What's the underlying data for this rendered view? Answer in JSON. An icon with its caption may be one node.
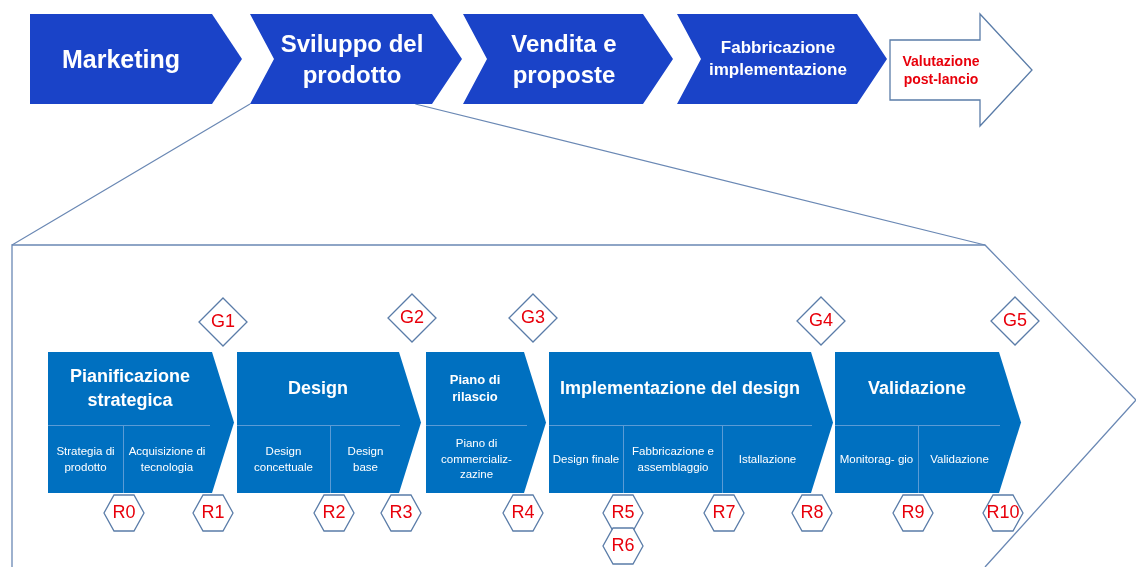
{
  "diagram": {
    "nodes": [
      {
        "text": [
          "Marketing"
        ]
      },
      {
        "text": [
          "Sviluppo del prodotto"
        ]
      },
      {
        "text": [
          "Vendita e proposte"
        ]
      },
      {
        "text": [
          "Fabbricazione implementazione"
        ]
      },
      {
        "text": [
          "Valutazione post-lancio"
        ]
      },
      {
        "text": [],
        "shape": "chevron"
      },
      {
        "text": [
          "Pianificazione strategica"
        ],
        "in": 5
      },
      {
        "text": [
          "Strategia di prodotto"
        ],
        "in": 6
      },
      {
        "text": [
          "Acquisizione di tecnologia"
        ],
        "in": 6
      },
      {
        "text": [
          "Design"
        ],
        "in": 5
      },
      {
        "text": [
          "Design concettuale"
        ],
        "in": 9
      },
      {
        "text": [
          "Design base"
        ],
        "in": 9
      },
      {
        "text": [
          "Piano di rilascio"
        ],
        "in": 5
      },
      {
        "text": [
          "Piano di commercializ- zazine"
        ],
        "in": 12
      },
      {
        "text": [
          "Implementazione del design"
        ],
        "in": 5
      },
      {
        "text": [
          "Design finale"
        ],
        "in": 14
      },
      {
        "text": [
          "Fabbricazione e assemblaggio"
        ],
        "in": 14
      },
      {
        "text": [
          "Istallazione"
        ],
        "in": 14
      },
      {
        "text": [
          "Validazione"
        ],
        "in": 5
      },
      {
        "text": [
          "Monitorag- gio"
        ],
        "in": 18
      },
      {
        "text": [
          "Validazione"
        ],
        "in": 18
      },
      {
        "text": [
          "G1"
        ],
        "in": 5
      },
      {
        "text": [
          "G2"
        ],
        "in": 5
      },
      {
        "text": [
          "G3"
        ],
        "in": 5
      },
      {
        "text": [
          "G4"
        ],
        "in": 5
      },
      {
        "text": [
          "G5"
        ],
        "in": 5
      },
      {
        "text": [
          "R0"
        ],
        "in": 5
      },
      {
        "text": [
          "R1"
        ],
        "in": 5
      },
      {
        "text": [
          "R2"
        ],
        "in": 5
      },
      {
        "text": [
          "R3"
        ],
        "in": 5
      },
      {
        "text": [
          "R4"
        ],
        "in": 5
      },
      {
        "text": [
          "R5"
        ],
        "in": 5
      },
      {
        "text": [
          "R6"
        ],
        "in": 5
      },
      {
        "text": [
          "R7"
        ],
        "in": 5
      },
      {
        "text": [
          "R8"
        ],
        "in": 5
      },
      {
        "text": [
          "R9"
        ],
        "in": 5
      },
      {
        "text": [
          "R10"
        ],
        "in": 5
      }
    ],
    "edges": [
      {
        "from": 1,
        "to": 5,
        "arrow": "none"
      },
      {
        "from": 1,
        "to": 5,
        "arrow": "none"
      }
    ]
  }
}
